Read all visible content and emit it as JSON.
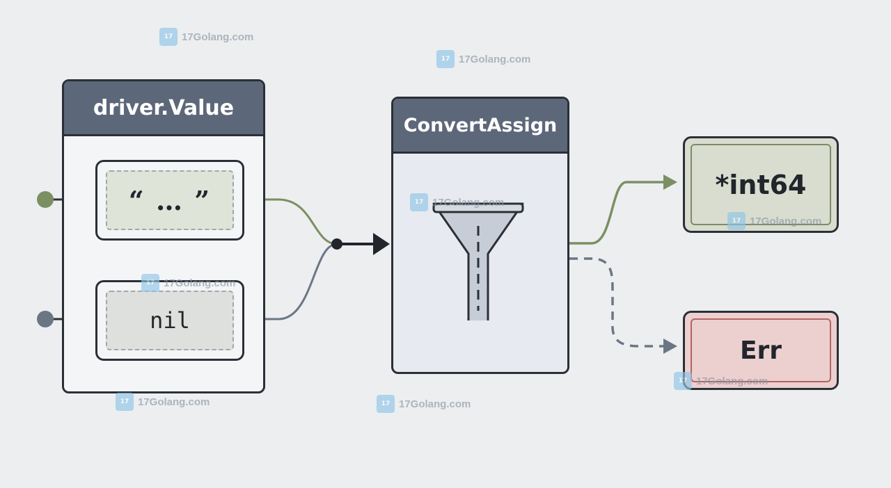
{
  "driver_value": {
    "title": "driver.Value",
    "string_value": "“ … ”",
    "nil_value": "nil"
  },
  "convert_assign": {
    "title": "ConvertAssign",
    "icon": "funnel-icon"
  },
  "outputs": {
    "success_label": "*int64",
    "error_label": "Err"
  },
  "watermark": {
    "text": "17Golang.com"
  },
  "colors": {
    "header_bg": "#5c6779",
    "outline": "#2b2f36",
    "success_path": "#7b8f62",
    "nil_path": "#6b7685",
    "error_path": "#6b7685",
    "success_fill": "#d8ddcf",
    "error_fill": "#ecd0cf"
  }
}
